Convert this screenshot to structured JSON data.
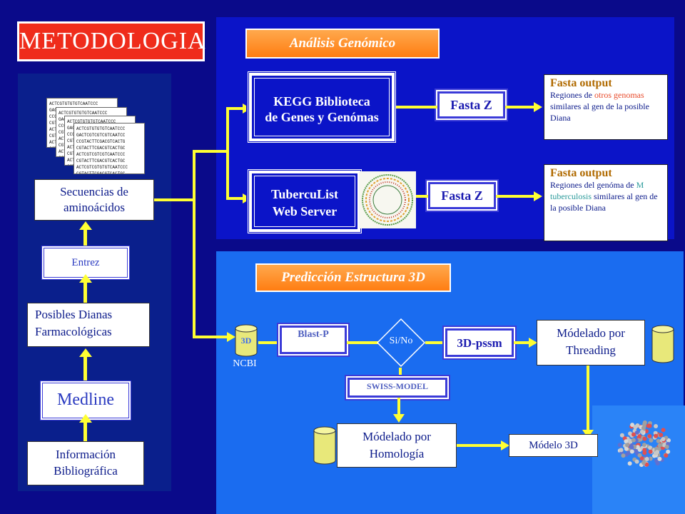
{
  "title": "METODOLOGIA",
  "left": {
    "sequence_lines": [
      "ACTCGTGTGTGTCAATCCC",
      "GACTCGTCGTCGTCAATCC",
      "CCGTACTTCGACGTCACTG",
      "CGTACTTCGACGTCACTGC",
      "ACTCGTCGTCGTCAATCCC",
      "CGTACTTCGACGTCACTGC",
      "ACTCGTCGTGTGTCAATCCC",
      "CGTACTTCGACGTCACTGC"
    ],
    "secuencias": "Secuencias de aminoácidos",
    "entrez": "Entrez",
    "posibles": "Posibles Dianas Farmacológicas",
    "medline": "Medline",
    "informacion": "Información Bibliográfica"
  },
  "top": {
    "header": "Análisis Genómico",
    "kegg_line1": "KEGG Biblioteca",
    "kegg_line2": "de Genes y Genómas",
    "tubercu_line1": "TubercuList",
    "tubercu_line2": "Web Server",
    "fasta1": "Fasta Z",
    "fasta2": "Fasta Z",
    "out1": {
      "title": "Fasta output",
      "t1": "Regiones de ",
      "t2": "otros genomas",
      "t3": " similares al gen de la posible Diana"
    },
    "out2": {
      "title": "Fasta output",
      "t1": "Regiones del genóma de ",
      "t2": "M tuberculosis",
      "t3": " similares al gen de la posible Diana"
    }
  },
  "bottom": {
    "header": "Predicción Estructura 3D",
    "db_label": "3D",
    "ncbi": "NCBI",
    "blast": "Blast-P",
    "sino": "Si/No",
    "pssm": "3D-pssm",
    "threading": "Módelado por Threading",
    "swiss": "SWISS-MODEL",
    "homologia": "Módelado por Homología",
    "modelo": "Módelo 3D"
  },
  "colors": {
    "accent_yellow": "#ffff33",
    "title_red": "#ef2c1b",
    "header_orange": "#ff8c1a"
  }
}
